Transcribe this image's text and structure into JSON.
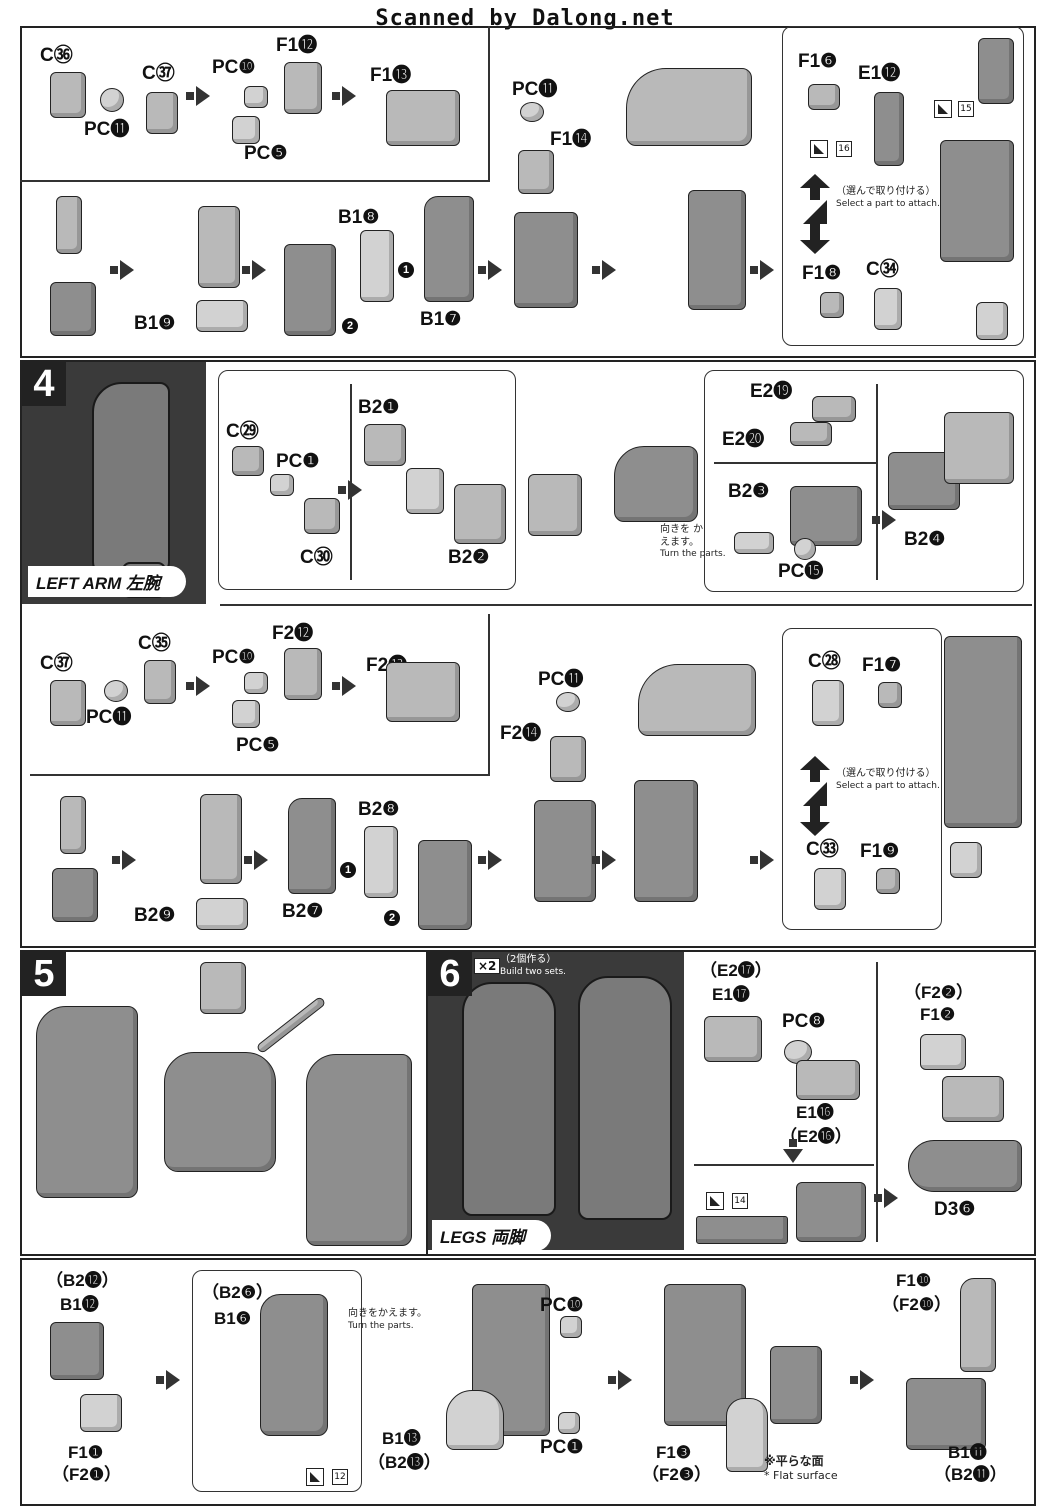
{
  "header": {
    "scan_credit": "Scanned by Dalong.net"
  },
  "common": {
    "select_jp": "（選んで取り付ける）",
    "select_en": "Select a part to attach.",
    "turn_jp": "向きを かえます。",
    "turn_en": "Turn the parts.",
    "turn_jp_single": "向きをかえます。",
    "build_sets_jp": "（2個作る）",
    "build_sets_en": "Build two sets.",
    "x2": "×2",
    "flat_jp": "※平らな面",
    "flat_en": "* Flat surface"
  },
  "section3": {
    "labels": {
      "c36": "C㊱",
      "c37": "C㊲",
      "pc11a": "PC⓫",
      "pc10": "PC❿",
      "pc5": "PC❺",
      "f112": "F1⓬",
      "f113": "F1⓭",
      "pc11b": "PC⓫",
      "f114": "F1⓮",
      "f16": "F1❻",
      "e112": "E1⓬",
      "f18": "F1❽",
      "c34": "C㉞",
      "b18": "B1❽",
      "b17": "B1❼",
      "b19": "B1❾",
      "n15": "15",
      "n16": "16",
      "n1": "1",
      "n2": "2"
    }
  },
  "section4": {
    "step": "4",
    "caption_en": "LEFT ARM",
    "caption_jp": "左腕",
    "labels": {
      "c29": "C㉙",
      "pc1": "PC❶",
      "c30": "C㉚",
      "b21": "B2❶",
      "b22": "B2❷",
      "e219": "E2⓳",
      "e220": "E2⓴",
      "b23": "B2❸",
      "pc15": "PC⓯",
      "b24": "B2❹",
      "c37": "C㊲",
      "c35": "C㉟",
      "pc11a": "PC⓫",
      "pc10": "PC❿",
      "pc5": "PC❺",
      "f212": "F2⓬",
      "f213": "F2⓭",
      "pc11b": "PC⓫",
      "f214": "F2⓮",
      "c28": "C㉘",
      "f17": "F1❼",
      "c33": "C㉝",
      "f19": "F1❾",
      "b28": "B2❽",
      "b27": "B2❼",
      "b29": "B2❾",
      "n1": "1",
      "n2": "2"
    }
  },
  "section5": {
    "step": "5"
  },
  "section6": {
    "step": "6",
    "caption_en": "LEGS",
    "caption_jp": "両脚",
    "labels": {
      "e217p": "（E2⓱）",
      "e117": "E1⓱",
      "pc8": "PC❽",
      "e116": "E1⓰",
      "e216p": "（E2⓰）",
      "f22p": "（F2❷）",
      "f12": "F1❷",
      "d36": "D3❻",
      "n14": "14"
    }
  },
  "section7": {
    "labels": {
      "b212p": "（B2⓬）",
      "b112": "B1⓬",
      "f11": "F1❶",
      "f21p": "（F2❶）",
      "b26p": "（B2❻）",
      "b16": "B1❻",
      "n12": "12",
      "pc10": "PC❿",
      "pc1": "PC❶",
      "b113": "B1⓭",
      "b213p": "（B2⓭）",
      "f13": "F1❸",
      "f23p": "（F2❸）",
      "f110": "F1❿",
      "f210p": "（F2❿）",
      "b111": "B1⓫",
      "b211p": "（B2⓫）"
    }
  }
}
